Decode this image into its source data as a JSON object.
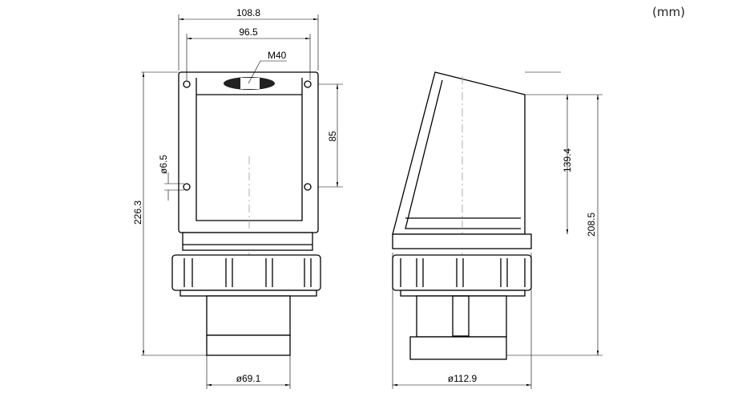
{
  "unit": "(mm)",
  "front_view": {
    "width_outer": "108.8",
    "width_holes": "96.5",
    "thread": "M40",
    "hole_spacing": "85",
    "hole_diameter": "ø6.5",
    "total_height": "226.3",
    "base_diameter": "ø69.1"
  },
  "side_view": {
    "hood_height": "139.4",
    "total_height": "208.5",
    "nut_diameter": "ø112.9"
  }
}
